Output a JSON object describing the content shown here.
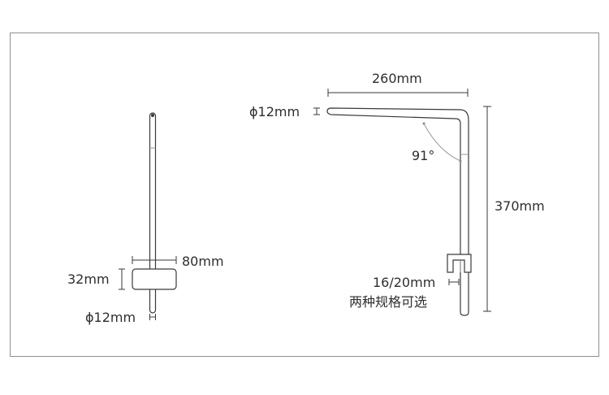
{
  "side_view": {
    "label_80mm": "80mm",
    "label_32mm": "32mm",
    "label_phi12": "ϕ12mm"
  },
  "front_view": {
    "label_260mm": "260mm",
    "label_phi12": "ϕ12mm",
    "label_91": "91°",
    "label_370mm": "370mm",
    "label_clamp": "16/20mm",
    "label_options": "两种规格可选"
  }
}
